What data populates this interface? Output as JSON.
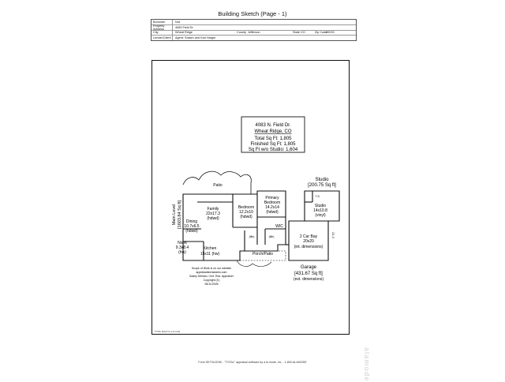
{
  "header": {
    "title": "Building Sketch (Page - 1)"
  },
  "info_table": {
    "borrower_label": "Borrower",
    "borrower_value": "N/A",
    "property_label": "Property Address",
    "property_value": "4083 Field Dr",
    "city_label": "City",
    "city_value": "Wheat Ridge",
    "county_label": "County",
    "county_value": "Jefferson",
    "state_label": "State",
    "state_value": "CO",
    "zip_label": "Zip Code",
    "zip_value": "80033",
    "lender_label": "Lender/Client",
    "lender_value": "Agent: Shawn and Kari Harger"
  },
  "summary_box": {
    "address_line1": "4083 N. Field Dr.",
    "address_line2": "Wheat Ridge, CO",
    "total": "Total Sq Ft: 1,805",
    "finished": "Finished Sq Ft: 1,805",
    "without_studio": "Sq Ft w/o Studio: 1,604"
  },
  "rooms": {
    "patio": "Patio",
    "family_name": "Family",
    "family_dims": "22x17.3",
    "family_floor": "(hdwd)",
    "bedroom_name": "Bedroom",
    "bedroom_dims": "12.2x10",
    "bedroom_floor": "(hdwd)",
    "primary_name": "Primary",
    "primary_name2": "Bedroom",
    "primary_dims": "14.2x14",
    "primary_floor": "(hdwd)",
    "wic": "WIC",
    "dining_name": "Dining",
    "dining_dims": "10.7x6.5",
    "dining_floor": "(hdwd)",
    "nook_name": "Nook",
    "nook_dims": "9.3x8.4",
    "nook_floor": "(hw)",
    "kitchen_name": "Kitchen",
    "kitchen_dims": "15x11 (hw)",
    "tile1": "(tile)",
    "tile2": "(tile)",
    "porch": "Porch/Patio",
    "main_level_1": "Main Level",
    "main_level_2": "[1603.84 Sq ft]",
    "studio_label": "Studio",
    "studio_area": "[200.75 Sq ft]",
    "studio_room_name": "Studio",
    "studio_room_dims": "14x10.8",
    "studio_room_floor": "(vinyl)",
    "studio_small": "7.5",
    "garage_name": "2 Car Bay",
    "garage_dims": "20x20",
    "garage_note": "(int. dimensions)",
    "garage_label": "Garage",
    "garage_area": "[431.67 Sq ft]",
    "garage_ext": "(ext. dimensions)",
    "dim_21_3": "21.3"
  },
  "scope": {
    "line1": "Scope of Work is on our website",
    "line2": "appraisalsbrosdams.com",
    "line3": "Sadey Dillman, Cert. Res. Appraiser",
    "line4": "Copyright (C)",
    "line5": "05/11/2026"
  },
  "sketch_credit": "TOTAL Sketch by a la mode",
  "footer": "Form SKT.BLDSKI - \"TOTAL\" appraisal software by a la mode, inc. - 1-800-ALAMODE",
  "stamp_text": "alamode"
}
